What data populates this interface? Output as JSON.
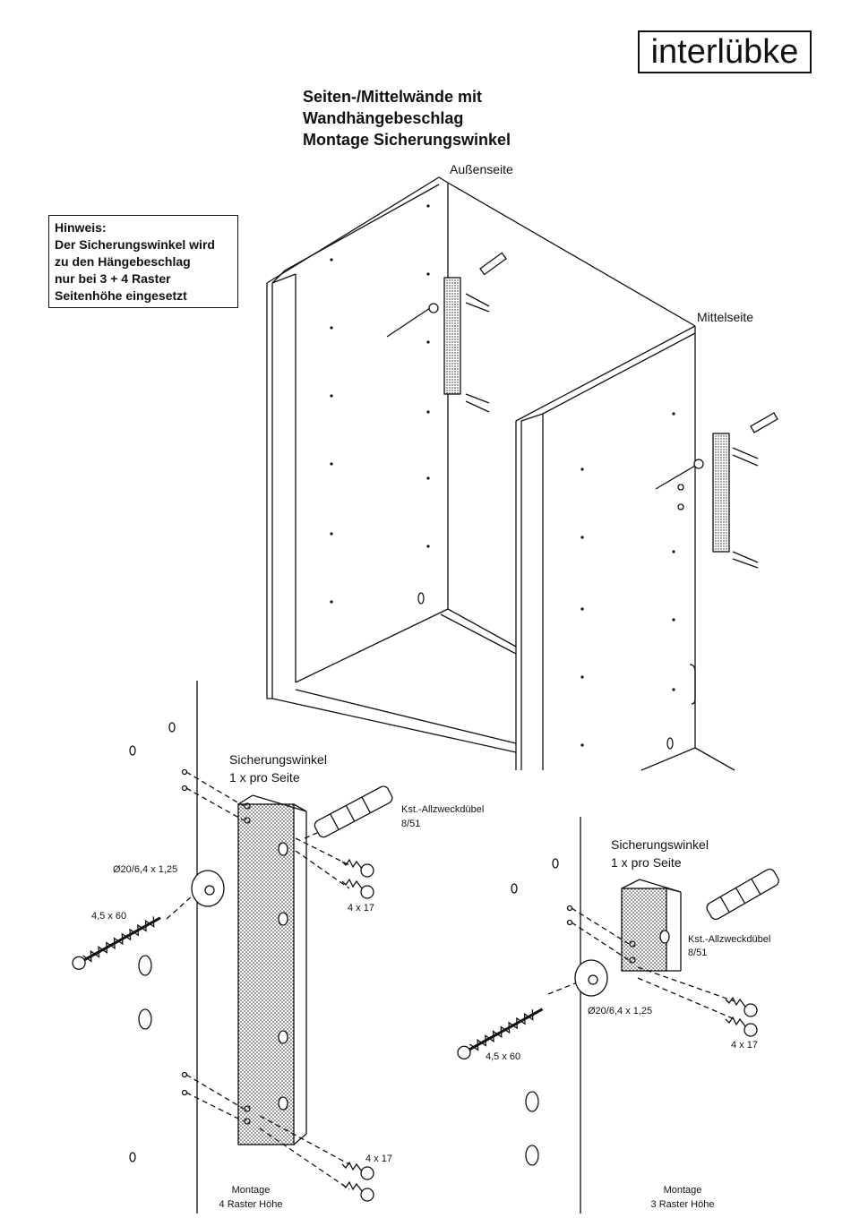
{
  "brand": {
    "logo_text": "interlübke"
  },
  "title": {
    "lines": [
      "Seiten-/Mittelwände mit",
      "Wandhängebeschlag",
      "Montage Sicherungswinkel"
    ]
  },
  "note": {
    "lines": [
      "Hinweis:",
      "Der Sicherungswinkel wird",
      "zu den Hängebeschlag",
      "nur bei 3 + 4 Raster",
      "Seitenhöhe eingesetzt"
    ]
  },
  "overview": {
    "outer_side_label": "Außenseite",
    "middle_side_label": "Mittelseite"
  },
  "detail_4": {
    "bracket_label_1": "Sicherungswinkel",
    "bracket_label_2": "1 x pro Seite",
    "dowel_label_1": "Kst.-Allzweckdübel",
    "dowel_label_2": "8/51",
    "washer_label": "Ø20/6,4 x 1,25",
    "long_screw_label": "4,5 x 60",
    "screw_top_label": "4 x 17",
    "screw_bottom_label": "4 x 17",
    "caption_1": "Montage",
    "caption_2": "4 Raster Höhe"
  },
  "detail_3": {
    "bracket_label_1": "Sicherungswinkel",
    "bracket_label_2": "1 x pro Seite",
    "dowel_label_1": "Kst.-Allzweckdübel",
    "dowel_label_2": "8/51",
    "washer_label": "Ø20/6,4 x 1,25",
    "long_screw_label": "4,5 x 60",
    "screw_label": "4 x 17",
    "caption_1": "Montage",
    "caption_2": "3 Raster Höhe"
  },
  "icons": {
    "dowel": "wall-plug-icon",
    "screw": "screw-icon",
    "washer": "washer-icon",
    "bracket": "angle-bracket-icon"
  }
}
